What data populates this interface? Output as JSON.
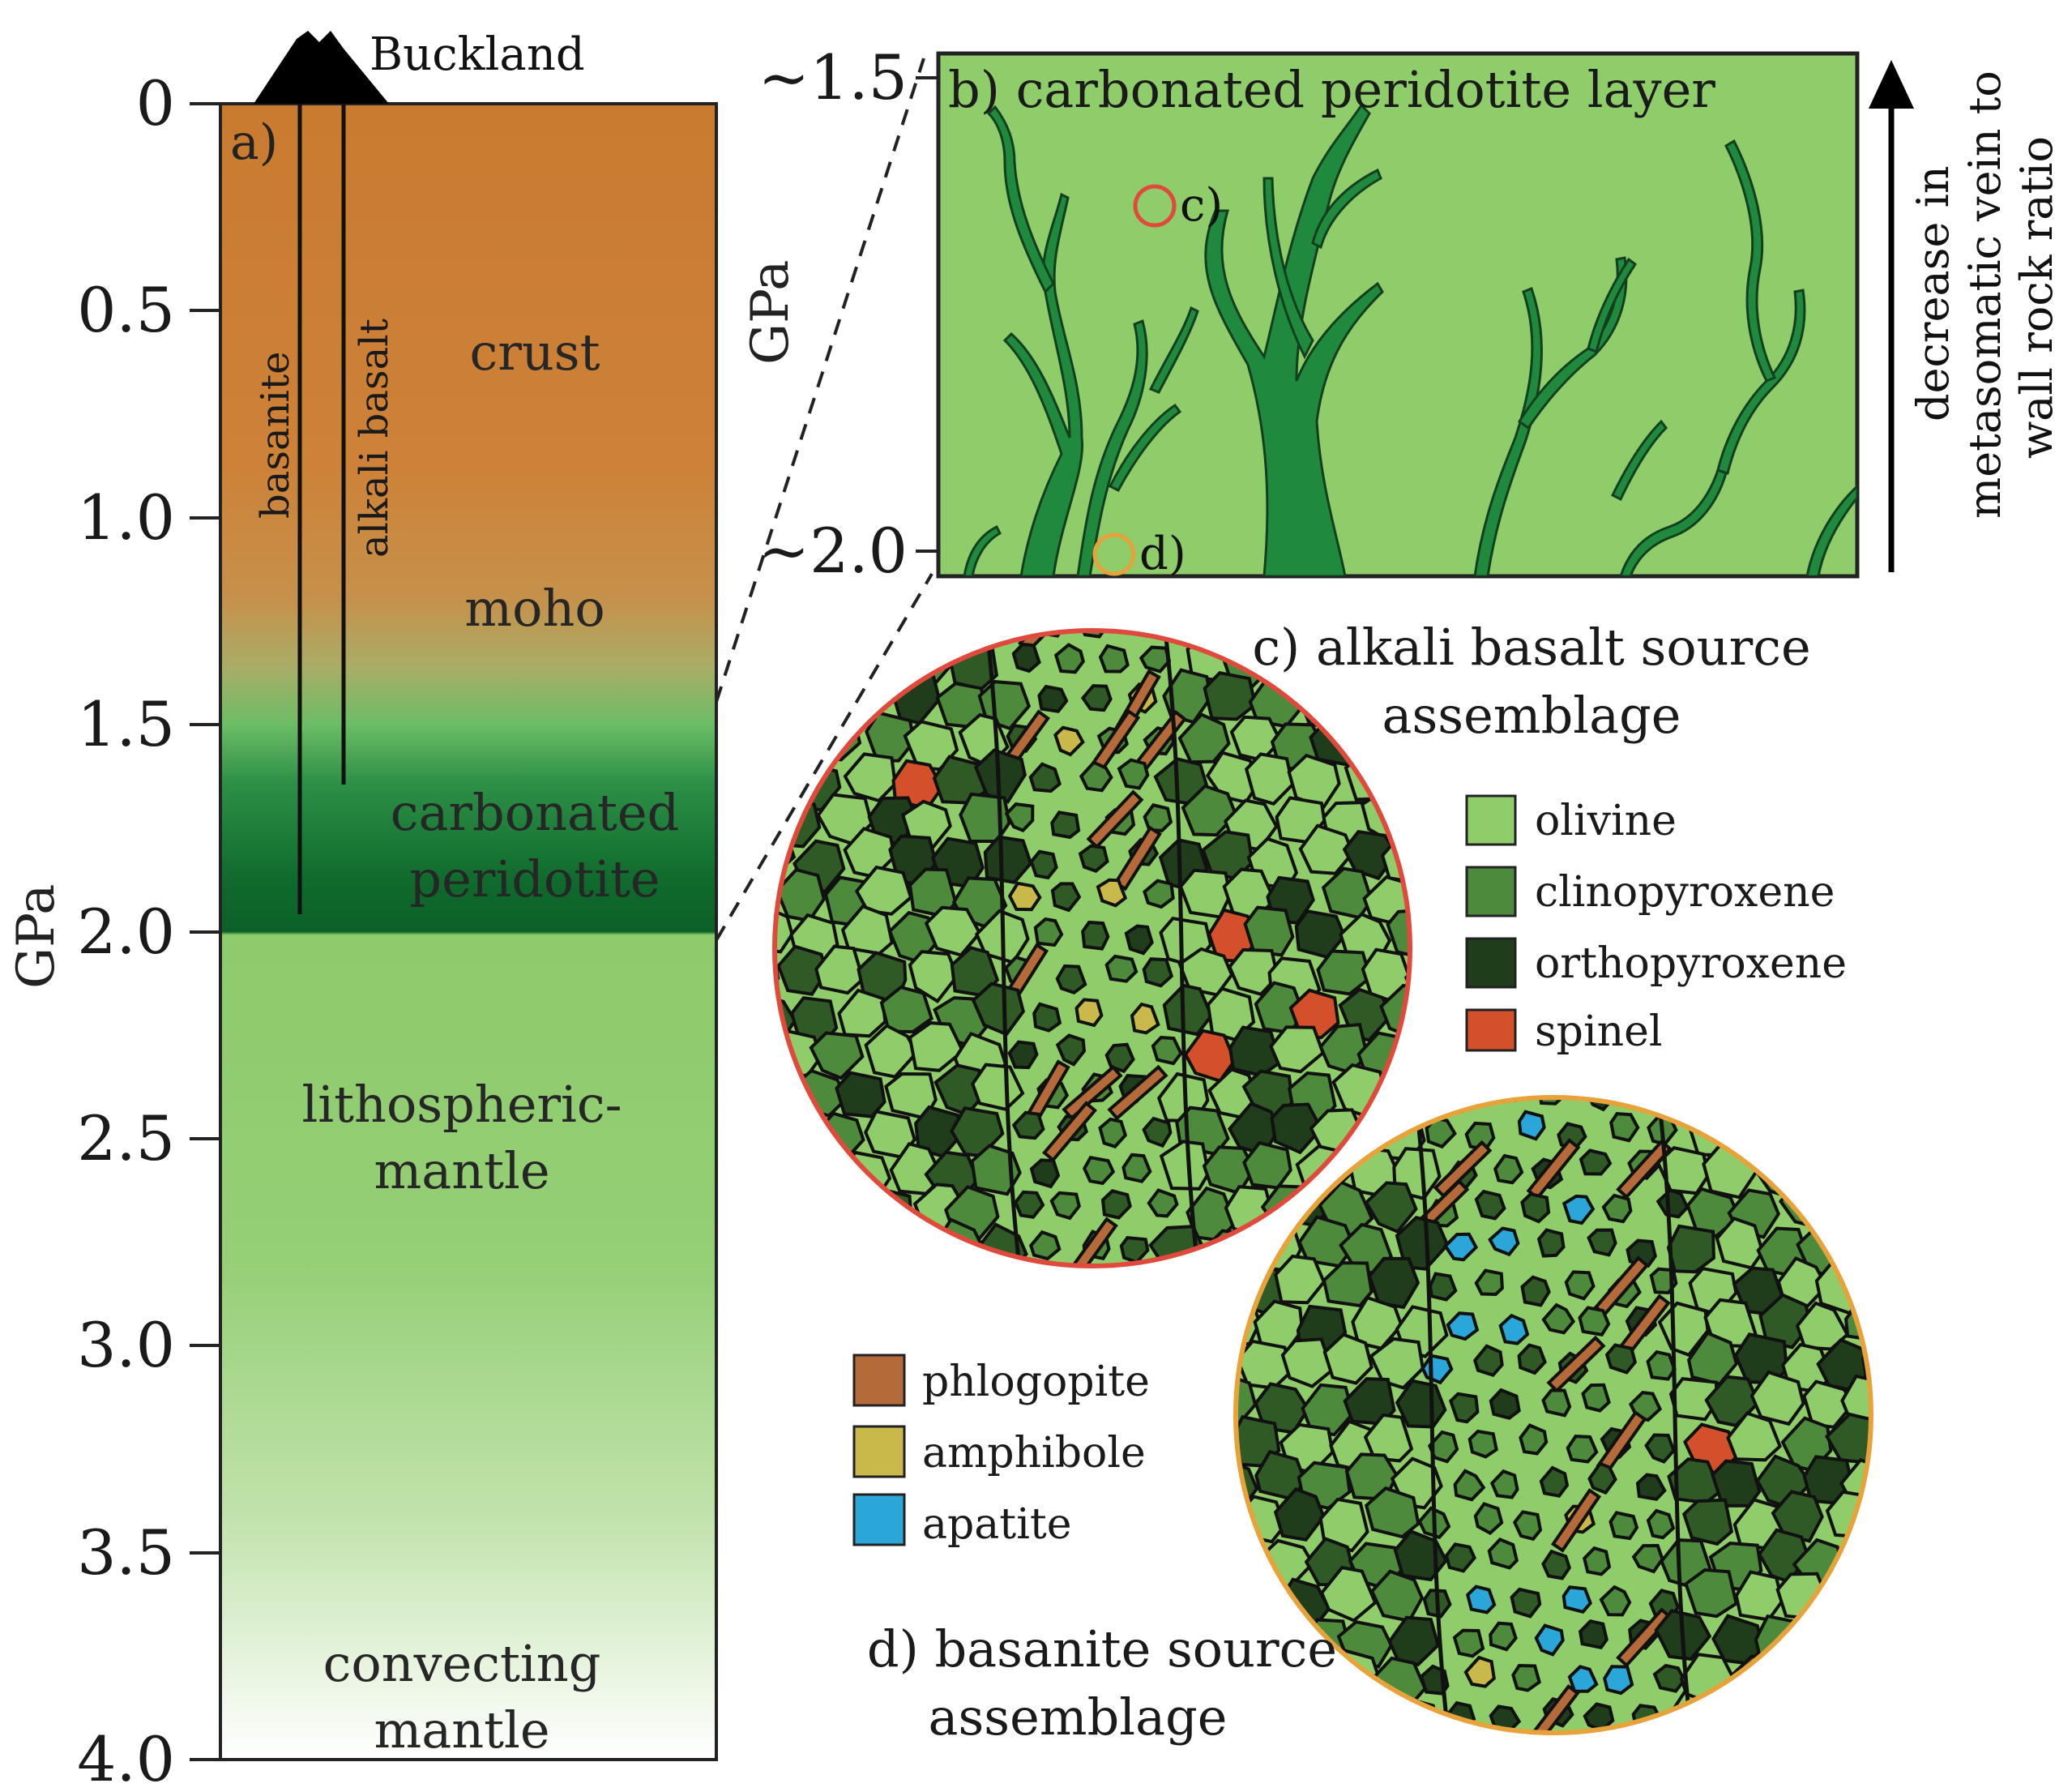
{
  "volcano_label": "Buckland",
  "panel_a": {
    "label": "a)",
    "axis_label": "GPa",
    "ticks": [
      "0",
      "0.5",
      "1.0",
      "1.5",
      "2.0",
      "2.5",
      "3.0",
      "3.5",
      "4.0"
    ],
    "conduits": {
      "basanite": "basanite",
      "alkali_basalt": "alkali basalt"
    },
    "layers": {
      "crust": "crust",
      "moho": "moho",
      "carbonated_line1": "carbonated",
      "carbonated_line2": "peridotite",
      "litho_line1": "lithospheric-",
      "litho_line2": "mantle",
      "convect_line1": "convecting",
      "convect_line2": "mantle"
    }
  },
  "panel_b": {
    "title": "b) carbonated peridotite layer",
    "axis_label": "GPa",
    "tick_top": "~1.5",
    "tick_bottom": "~2.0",
    "marker_c": "c)",
    "marker_d": "d)",
    "arrow_line1": "decrease in",
    "arrow_line2": "metasomatic vein to",
    "arrow_line3": "wall rock ratio"
  },
  "panel_c": {
    "title_line1": "c) alkali basalt source",
    "title_line2": "assemblage"
  },
  "panel_d": {
    "title_line1": "d) basanite source",
    "title_line2": "assemblage"
  },
  "legend_primary": [
    {
      "label": "olivine",
      "color": "#8fcc6a"
    },
    {
      "label": "clinopyroxene",
      "color": "#4e8a3c"
    },
    {
      "label": "orthopyroxene",
      "color": "#1f3d1a"
    },
    {
      "label": "spinel",
      "color": "#d4502a"
    }
  ],
  "legend_secondary": [
    {
      "label": "phlogopite",
      "color": "#b56a3a"
    },
    {
      "label": "amphibole",
      "color": "#c9b84a"
    },
    {
      "label": "apatite",
      "color": "#2aa7d8"
    }
  ],
  "colors": {
    "crust": "#c97b30",
    "carbonated": "#1a7a35",
    "lithospheric": "#8dcb6b",
    "layer_b_bg": "#8fcc6a",
    "veins": "#1f8a3e",
    "circle_c": "#e04a3c",
    "circle_d": "#e8a23a"
  }
}
